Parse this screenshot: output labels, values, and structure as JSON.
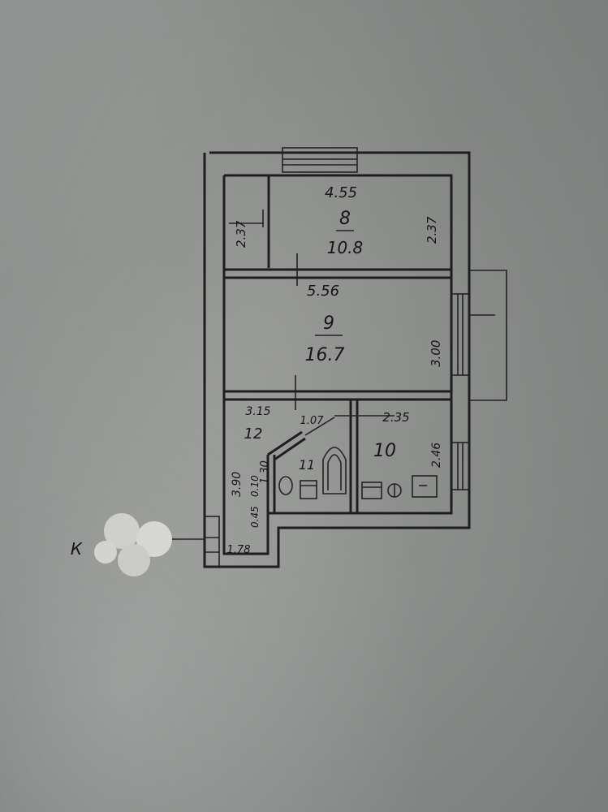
{
  "rooms": [
    {
      "number": "8",
      "area": "10.8",
      "width": "4.55",
      "depth": "2.37"
    },
    {
      "number": "9",
      "area": "16.7",
      "width": "5.56",
      "depth": "3.00"
    },
    {
      "number": "10",
      "width": "2.35",
      "depth": "2.46"
    },
    {
      "number": "11",
      "width": "1.07"
    },
    {
      "number": "12",
      "width": "3.15",
      "depth": "3.90"
    }
  ],
  "dimensions": {
    "closet_depth": "2.37",
    "corridor_1": "1.30",
    "corridor_2": "0.10",
    "corridor_3": "0.45",
    "entrance_width": "1.78"
  },
  "entrance_label": "К"
}
